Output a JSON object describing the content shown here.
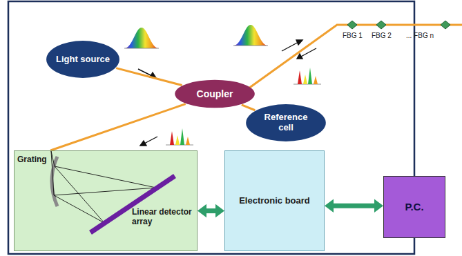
{
  "diagram": {
    "nodes": [
      {
        "text": [
          "Light source"
        ]
      },
      {
        "text": [
          "Coupler"
        ]
      },
      {
        "text": [
          "Reference cell"
        ]
      },
      {
        "text": [
          "Grating",
          "Linear detector array"
        ]
      },
      {
        "text": [
          "Electronic board"
        ]
      },
      {
        "text": [
          "P.C."
        ]
      }
    ],
    "edges": [
      {
        "from": 0,
        "to": 1,
        "arrow": "none"
      },
      {
        "from": 1,
        "to": 2,
        "arrow": "none"
      },
      {
        "from": 1,
        "to": 3,
        "arrow": "none"
      },
      {
        "from": 3,
        "to": 4,
        "arrow": "both"
      },
      {
        "from": 4,
        "to": 5,
        "arrow": "both"
      }
    ],
    "labels": [
      "FBG 1",
      "FBG 2",
      "... FBG n"
    ]
  }
}
